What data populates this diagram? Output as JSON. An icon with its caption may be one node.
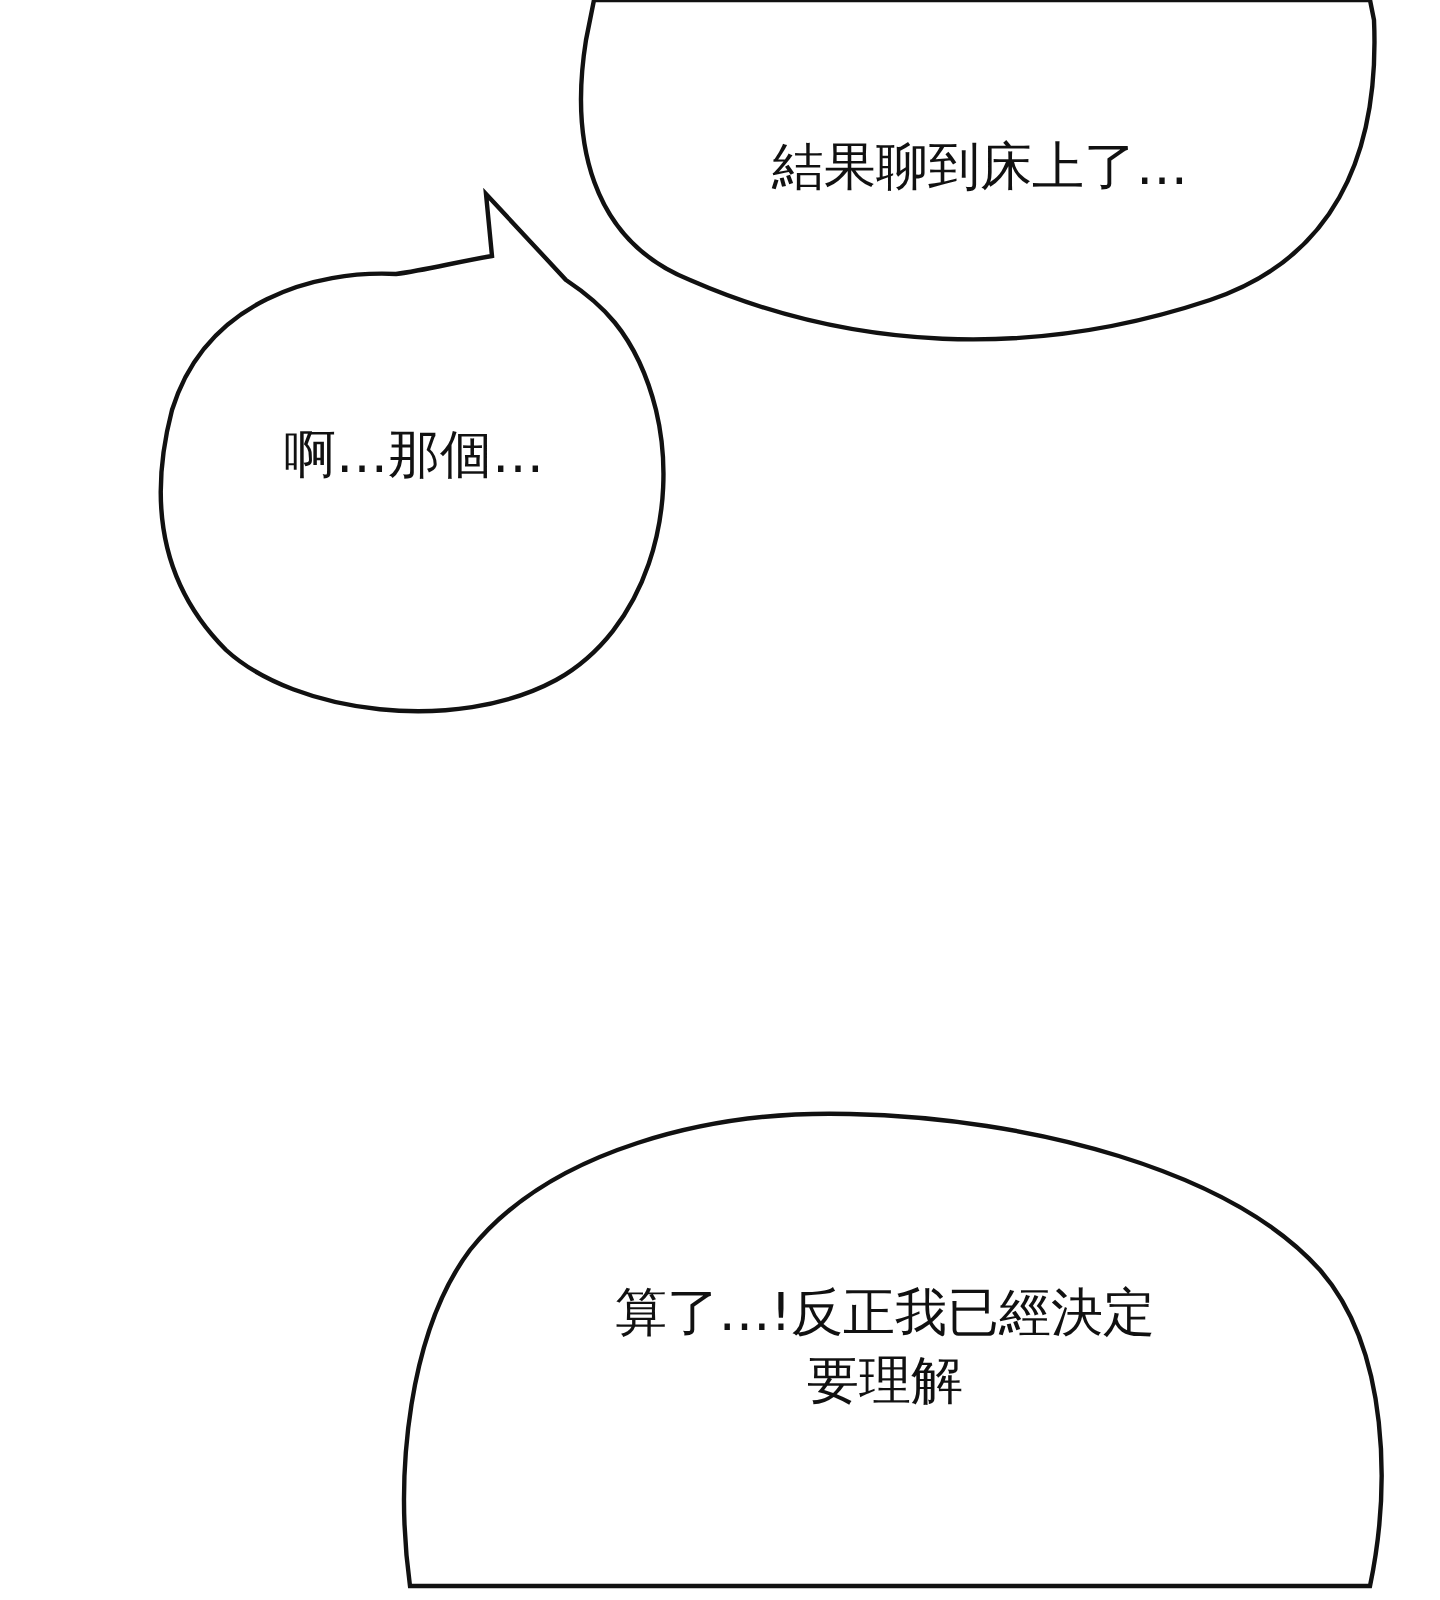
{
  "diagram": {
    "nodes": [
      {
        "text": [
          "結果聊到床上了…"
        ]
      },
      {
        "text": [
          "啊…那個…"
        ]
      },
      {
        "text": [
          "算了…!反正我已經決定要理解"
        ]
      }
    ]
  }
}
